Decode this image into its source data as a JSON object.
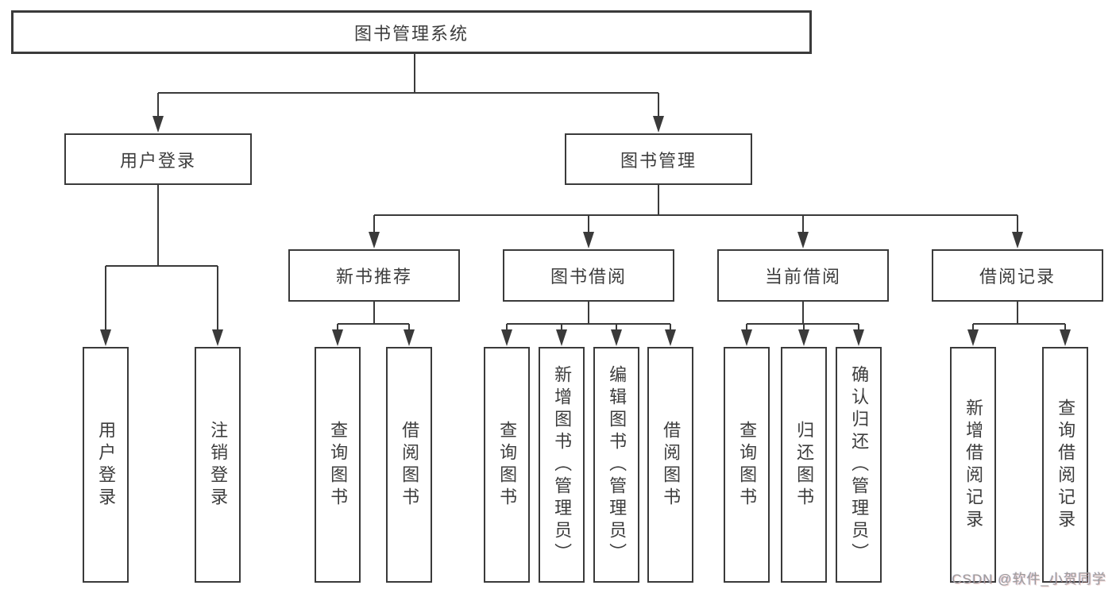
{
  "tree": {
    "root": {
      "label": "图书管理系统"
    },
    "level1": [
      {
        "label": "用户登录",
        "children": [
          {
            "label": "用户登录"
          },
          {
            "label": "注销登录"
          }
        ]
      },
      {
        "label": "图书管理",
        "children": [
          {
            "label": "新书推荐",
            "children": [
              {
                "label": "查询图书"
              },
              {
                "label": "借阅图书"
              }
            ]
          },
          {
            "label": "图书借阅",
            "children": [
              {
                "label": "查询图书"
              },
              {
                "label": "新增图书（管理员）"
              },
              {
                "label": "编辑图书（管理员）"
              },
              {
                "label": "借阅图书"
              }
            ]
          },
          {
            "label": "当前借阅",
            "children": [
              {
                "label": "查询图书"
              },
              {
                "label": "归还图书"
              },
              {
                "label": "确认归还（管理员）"
              }
            ]
          },
          {
            "label": "借阅记录",
            "children": [
              {
                "label": "新增借阅记录"
              },
              {
                "label": "查询借阅记录"
              }
            ]
          }
        ]
      }
    ]
  },
  "watermark": {
    "text": "CSDN @软件_小贺同学"
  },
  "colors": {
    "line": "#3a3a3a",
    "box_border": "#3a3a3a",
    "box_background": "#ffffff",
    "text": "#3d3d3d",
    "watermark": "#9c9c9c",
    "background": "#ffffff"
  }
}
